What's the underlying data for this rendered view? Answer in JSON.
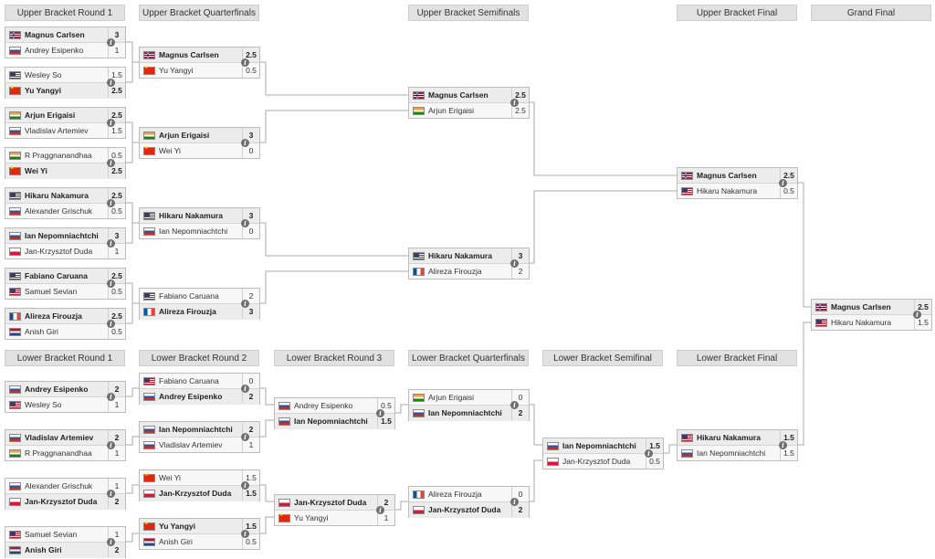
{
  "headers": {
    "ub_r1": "Upper Bracket Round 1",
    "ub_qf": "Upper Bracket Quarterfinals",
    "ub_sf": "Upper Bracket Semifinals",
    "ub_f": "Upper Bracket Final",
    "gf": "Grand Final",
    "lb_r1": "Lower Bracket Round 1",
    "lb_r2": "Lower Bracket Round 2",
    "lb_r3": "Lower Bracket Round 3",
    "lb_qf": "Lower Bracket Quarterfinals",
    "lb_sf": "Lower Bracket Semifinal",
    "lb_f": "Lower Bracket Final"
  },
  "info_glyph": "i",
  "matches": {
    "ub1_1": {
      "p1": {
        "name": "Magnus Carlsen",
        "score": "3",
        "flag": "norway"
      },
      "p2": {
        "name": "Andrey Esipenko",
        "score": "1",
        "flag": "russia"
      }
    },
    "ub1_2": {
      "p1": {
        "name": "Wesley So",
        "score": "1.5",
        "flag": "usa"
      },
      "p2": {
        "name": "Yu Yangyi",
        "score": "2.5",
        "flag": "china"
      }
    },
    "ub1_3": {
      "p1": {
        "name": "Arjun Erigaisi",
        "score": "2.5",
        "flag": "india"
      },
      "p2": {
        "name": "Vladislav Artemiev",
        "score": "1.5",
        "flag": "russia"
      }
    },
    "ub1_4": {
      "p1": {
        "name": "R Praggnanandhaa",
        "score": "0.5",
        "flag": "india"
      },
      "p2": {
        "name": "Wei Yi",
        "score": "2.5",
        "flag": "china"
      }
    },
    "ub1_5": {
      "p1": {
        "name": "Hikaru Nakamura",
        "score": "2.5",
        "flag": "usa"
      },
      "p2": {
        "name": "Alexander Grischuk",
        "score": "0.5",
        "flag": "russia"
      }
    },
    "ub1_6": {
      "p1": {
        "name": "Ian Nepomniachtchi",
        "score": "3",
        "flag": "russia"
      },
      "p2": {
        "name": "Jan-Krzysztof Duda",
        "score": "1",
        "flag": "poland"
      }
    },
    "ub1_7": {
      "p1": {
        "name": "Fabiano Caruana",
        "score": "2.5",
        "flag": "usa"
      },
      "p2": {
        "name": "Samuel Sevian",
        "score": "0.5",
        "flag": "usa"
      }
    },
    "ub1_8": {
      "p1": {
        "name": "Alireza Firouzja",
        "score": "2.5",
        "flag": "france"
      },
      "p2": {
        "name": "Anish Giri",
        "score": "0.5",
        "flag": "netherlands"
      }
    },
    "ubqf_1": {
      "p1": {
        "name": "Magnus Carlsen",
        "score": "2.5",
        "flag": "norway"
      },
      "p2": {
        "name": "Yu Yangyi",
        "score": "0.5",
        "flag": "china"
      }
    },
    "ubqf_2": {
      "p1": {
        "name": "Arjun Erigaisi",
        "score": "3",
        "flag": "india"
      },
      "p2": {
        "name": "Wei Yi",
        "score": "0",
        "flag": "china"
      }
    },
    "ubqf_3": {
      "p1": {
        "name": "Hikaru Nakamura",
        "score": "3",
        "flag": "usa"
      },
      "p2": {
        "name": "Ian Nepomniachtchi",
        "score": "0",
        "flag": "russia"
      }
    },
    "ubqf_4": {
      "p1": {
        "name": "Fabiano Caruana",
        "score": "2",
        "flag": "usa"
      },
      "p2": {
        "name": "Alireza Firouzja",
        "score": "3",
        "flag": "france"
      }
    },
    "ubsf_1": {
      "p1": {
        "name": "Magnus Carlsen",
        "score": "2.5",
        "flag": "norway"
      },
      "p2": {
        "name": "Arjun Erigaisi",
        "score": "2.5",
        "flag": "india"
      }
    },
    "ubsf_2": {
      "p1": {
        "name": "Hikaru Nakamura",
        "score": "3",
        "flag": "usa"
      },
      "p2": {
        "name": "Alireza Firouzja",
        "score": "2",
        "flag": "france"
      }
    },
    "ubf": {
      "p1": {
        "name": "Magnus Carlsen",
        "score": "2.5",
        "flag": "norway"
      },
      "p2": {
        "name": "Hikaru Nakamura",
        "score": "0.5",
        "flag": "usa"
      }
    },
    "gf": {
      "p1": {
        "name": "Magnus Carlsen",
        "score": "2.5",
        "flag": "norway"
      },
      "p2": {
        "name": "Hikaru Nakamura",
        "score": "1.5",
        "flag": "usa"
      }
    },
    "lb1_1": {
      "p1": {
        "name": "Andrey Esipenko",
        "score": "2",
        "flag": "russia"
      },
      "p2": {
        "name": "Wesley So",
        "score": "1",
        "flag": "usa"
      }
    },
    "lb1_2": {
      "p1": {
        "name": "Vladislav Artemiev",
        "score": "2",
        "flag": "russia"
      },
      "p2": {
        "name": "R Praggnanandhaa",
        "score": "1",
        "flag": "india"
      }
    },
    "lb1_3": {
      "p1": {
        "name": "Alexander Grischuk",
        "score": "1",
        "flag": "russia"
      },
      "p2": {
        "name": "Jan-Krzysztof Duda",
        "score": "2",
        "flag": "poland"
      }
    },
    "lb1_4": {
      "p1": {
        "name": "Samuel Sevian",
        "score": "1",
        "flag": "usa"
      },
      "p2": {
        "name": "Anish Giri",
        "score": "2",
        "flag": "netherlands"
      }
    },
    "lb2_1": {
      "p1": {
        "name": "Fabiano Caruana",
        "score": "0",
        "flag": "usa"
      },
      "p2": {
        "name": "Andrey Esipenko",
        "score": "2",
        "flag": "russia"
      }
    },
    "lb2_2": {
      "p1": {
        "name": "Ian Nepomniachtchi",
        "score": "2",
        "flag": "russia"
      },
      "p2": {
        "name": "Vladislav Artemiev",
        "score": "1",
        "flag": "russia"
      }
    },
    "lb2_3": {
      "p1": {
        "name": "Wei Yi",
        "score": "1.5",
        "flag": "china"
      },
      "p2": {
        "name": "Jan-Krzysztof Duda",
        "score": "1.5",
        "flag": "poland"
      }
    },
    "lb2_4": {
      "p1": {
        "name": "Yu Yangyi",
        "score": "1.5",
        "flag": "china"
      },
      "p2": {
        "name": "Anish Giri",
        "score": "0.5",
        "flag": "netherlands"
      }
    },
    "lb3_1": {
      "p1": {
        "name": "Andrey Esipenko",
        "score": "0.5",
        "flag": "russia"
      },
      "p2": {
        "name": "Ian Nepomniachtchi",
        "score": "1.5",
        "flag": "russia"
      }
    },
    "lb3_2": {
      "p1": {
        "name": "Jan-Krzysztof Duda",
        "score": "2",
        "flag": "poland"
      },
      "p2": {
        "name": "Yu Yangyi",
        "score": "1",
        "flag": "china"
      }
    },
    "lbqf_1": {
      "p1": {
        "name": "Arjun Erigaisi",
        "score": "0",
        "flag": "india"
      },
      "p2": {
        "name": "Ian Nepomniachtchi",
        "score": "2",
        "flag": "russia"
      }
    },
    "lbqf_2": {
      "p1": {
        "name": "Alireza Firouzja",
        "score": "0",
        "flag": "france"
      },
      "p2": {
        "name": "Jan-Krzysztof Duda",
        "score": "2",
        "flag": "poland"
      }
    },
    "lbsf": {
      "p1": {
        "name": "Ian Nepomniachtchi",
        "score": "1.5",
        "flag": "russia"
      },
      "p2": {
        "name": "Jan-Krzysztof Duda",
        "score": "0.5",
        "flag": "poland"
      }
    },
    "lbf": {
      "p1": {
        "name": "Hikaru Nakamura",
        "score": "1.5",
        "flag": "usa"
      },
      "p2": {
        "name": "Ian Nepomniachtchi",
        "score": "1.5",
        "flag": "russia"
      }
    }
  },
  "winners": {
    "ub1_1": "p1",
    "ub1_2": "p2",
    "ub1_3": "p1",
    "ub1_4": "p2",
    "ub1_5": "p1",
    "ub1_6": "p1",
    "ub1_7": "p1",
    "ub1_8": "p1",
    "ubqf_1": "p1",
    "ubqf_2": "p1",
    "ubqf_3": "p1",
    "ubqf_4": "p2",
    "ubsf_1": "p1",
    "ubsf_2": "p1",
    "ubf": "p1",
    "gf": "p1",
    "lb1_1": "p1",
    "lb1_2": "p1",
    "lb1_3": "p2",
    "lb1_4": "p2",
    "lb2_1": "p2",
    "lb2_2": "p1",
    "lb2_3": "p2",
    "lb2_4": "p1",
    "lb3_1": "p2",
    "lb3_2": "p1",
    "lbqf_1": "p2",
    "lbqf_2": "p2",
    "lbsf": "p1",
    "lbf": "p1"
  }
}
